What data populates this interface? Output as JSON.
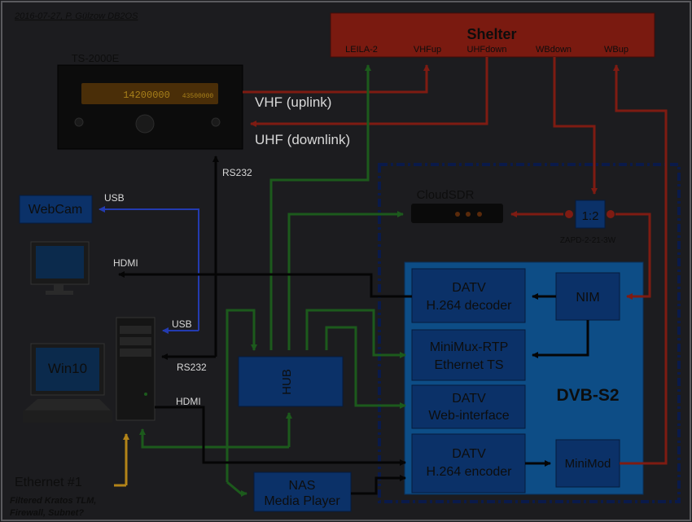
{
  "credit": "2016-07-27, P. Gülzow DB2OS",
  "shelter": {
    "title": "Shelter",
    "ports": [
      "LEILA-2",
      "VHFup",
      "UHFdown",
      "WBdown",
      "WBup"
    ]
  },
  "radio": {
    "title": "TS-2000E",
    "display_main": "14200000",
    "display_sub": "43500000"
  },
  "links": {
    "vhf_uplink": "VHF (uplink)",
    "uhf_downlink": "UHF (downlink)",
    "rs232_top": "RS232",
    "rs232_pc": "RS232",
    "usb_webcam": "USB",
    "usb_pc": "USB",
    "hdmi_monitor": "HDMI",
    "hdmi_pc": "HDMI"
  },
  "webcam": {
    "label": "WebCam"
  },
  "win10": {
    "label": "Win10"
  },
  "cloudsdr": {
    "label": "CloudSDR"
  },
  "splitter": {
    "label": "1:2",
    "part": "ZAPD-2-21-3W"
  },
  "hub": {
    "label": "HUB"
  },
  "nas": {
    "line1": "NAS",
    "line2": "Media Player"
  },
  "dvbs2": {
    "title": "DVB-S2",
    "decoder": {
      "line1": "DATV",
      "line2": "H.264 decoder"
    },
    "minimux": {
      "line1": "MiniMux-RTP",
      "line2": "Ethernet TS"
    },
    "web": {
      "line1": "DATV",
      "line2": "Web-interface"
    },
    "encoder": {
      "line1": "DATV",
      "line2": "H.264 encoder"
    },
    "nim": "NIM",
    "minimod": "MiniMod"
  },
  "ethernet": {
    "label": "Ethernet #1",
    "note_line1": "Filtered Kratos TLM,",
    "note_line2": "Firewall, Subnet?"
  },
  "colors": {
    "background": "#1c1c1f",
    "shelter": "#7a1a10",
    "rf_line": "#7e1b12",
    "ethernet_line": "#1c5a1c",
    "usb_line": "#233bb0",
    "video_line": "#070707",
    "box_blue": "#0b3168",
    "dvb_panel": "#0d4d86",
    "dvb_dash": "#0a1a4a",
    "ethernet_uplink": "#b38418"
  }
}
